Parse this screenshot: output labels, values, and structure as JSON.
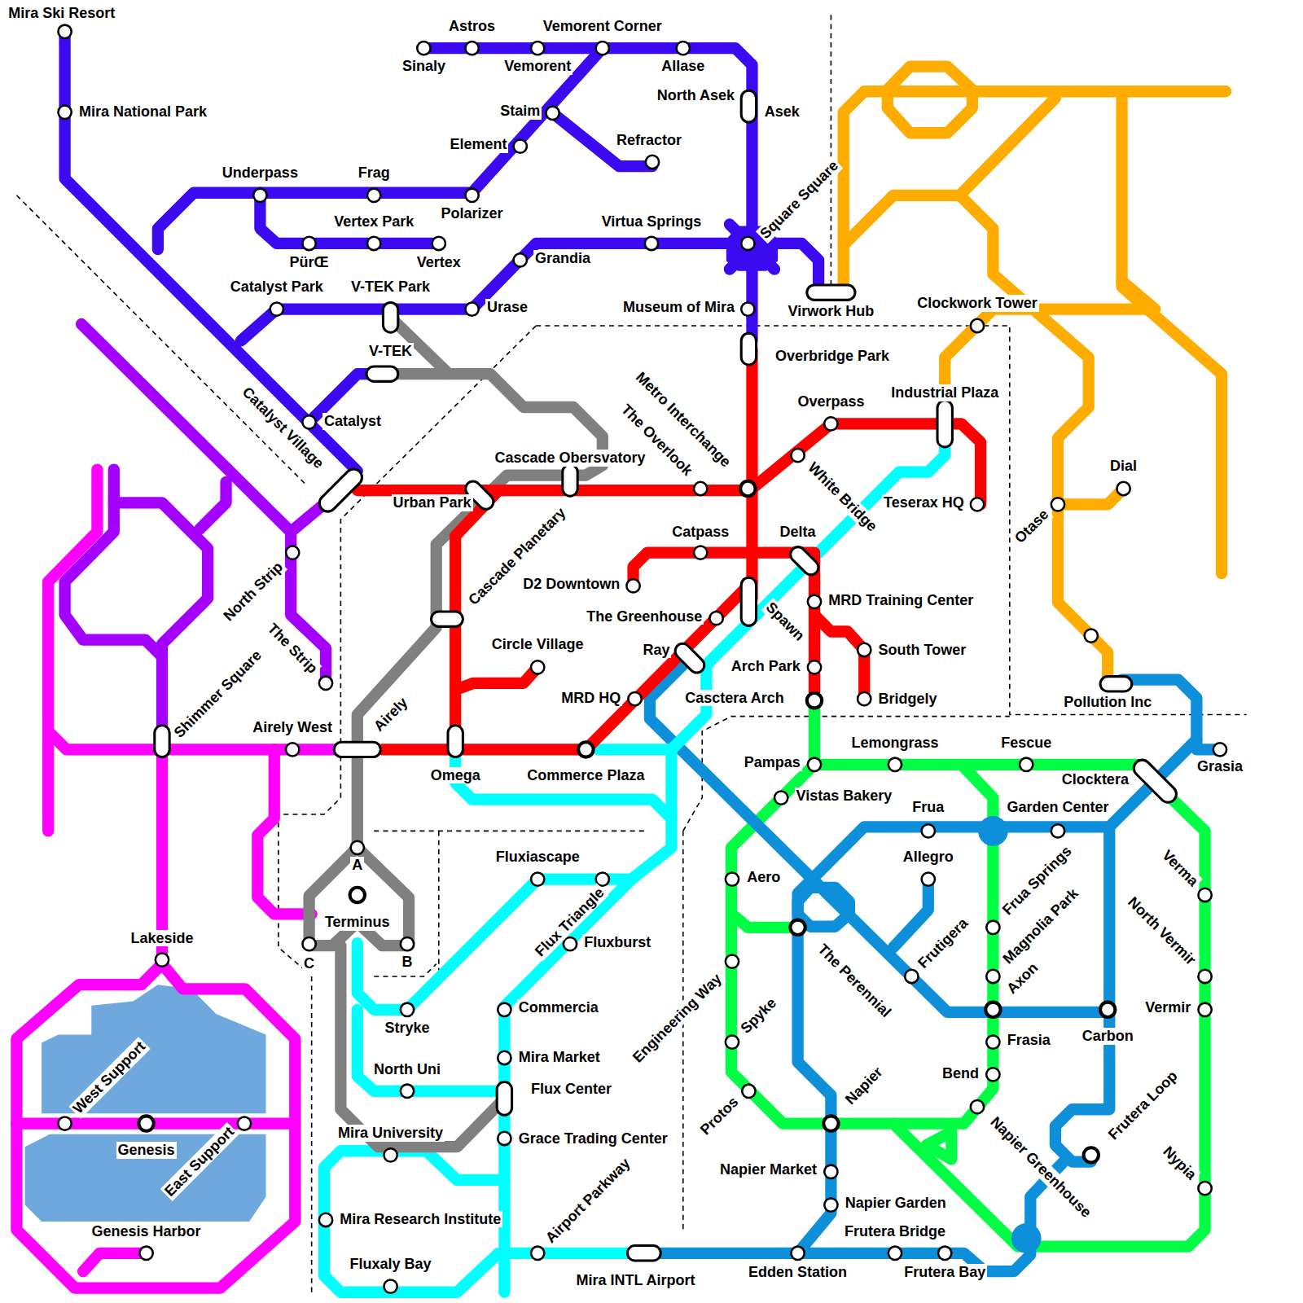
{
  "diagram": {
    "labels": [
      "Mira Ski Resort",
      "Mira National Park",
      "Sinaly",
      "Astros",
      "Vemorent Corner",
      "Vemorent",
      "Allase",
      "North Asek",
      "Asek",
      "Staim",
      "Element",
      "Refractor",
      "Underpass",
      "Frag",
      "Polarizer",
      "Vertex Park",
      "PürŒ",
      "Vertex",
      "Virtua Springs",
      "Square Square",
      "Grandia",
      "Catalyst Park",
      "V-TEK Park",
      "Urase",
      "Museum of Mira",
      "Virwork Hub",
      "Clockwork Tower",
      "Overbridge Park",
      "V-TEK",
      "Catalyst Village",
      "Catalyst",
      "Metro Interchange",
      "The Overlook",
      "Overpass",
      "Industrial Plaza",
      "White Bridge",
      "Teserax HQ",
      "Otase",
      "Dial",
      "Cascade Obersvatory",
      "Urban Park",
      "Cascade Planetary",
      "Catpass",
      "Delta",
      "D2 Downtown",
      "MRD Training Center",
      "The Greenhouse",
      "Spawn",
      "Ray",
      "Arch Park",
      "South Tower",
      "Circle Village",
      "MRD HQ",
      "Casctera Arch",
      "Bridgely",
      "Pollution Inc",
      "North Strip",
      "The Strip",
      "Shimmer Square",
      "Airely West",
      "Airely",
      "Omega",
      "Commerce Plaza",
      "Lemongrass",
      "Fescue",
      "Grasia",
      "Pampas",
      "Clocktera",
      "Vistas Bakery",
      "Frua",
      "Garden Center",
      "Allegro",
      "Fluxiascape",
      "Aero",
      "Verma",
      "Frua Springs",
      "Magnolia Park",
      "North Vermir",
      "A",
      "Flux Triangle",
      "Terminus",
      "Fluxburst",
      "C",
      "B",
      "The Perennial",
      "Frutigera",
      "Axon",
      "Engineering Way",
      "Spyke",
      "Stryke",
      "Commercia",
      "Vermir",
      "Carbon",
      "Frasia",
      "Mira Market",
      "North Uni",
      "Flux Center",
      "Bend",
      "Protos",
      "Napier",
      "Frutera Loop",
      "Napier Greenhouse",
      "Mira University",
      "Grace Trading Center",
      "Napier Market",
      "Airport Parkway",
      "Nypia",
      "Napier Garden",
      "Mira Research Institute",
      "Frutera Bridge",
      "Fluxaly Bay",
      "Frutera Bay",
      "Edden Station",
      "Mira INTL Airport",
      "Lakeside",
      "West Support",
      "East Support",
      "Genesis",
      "Genesis Harbor"
    ]
  }
}
